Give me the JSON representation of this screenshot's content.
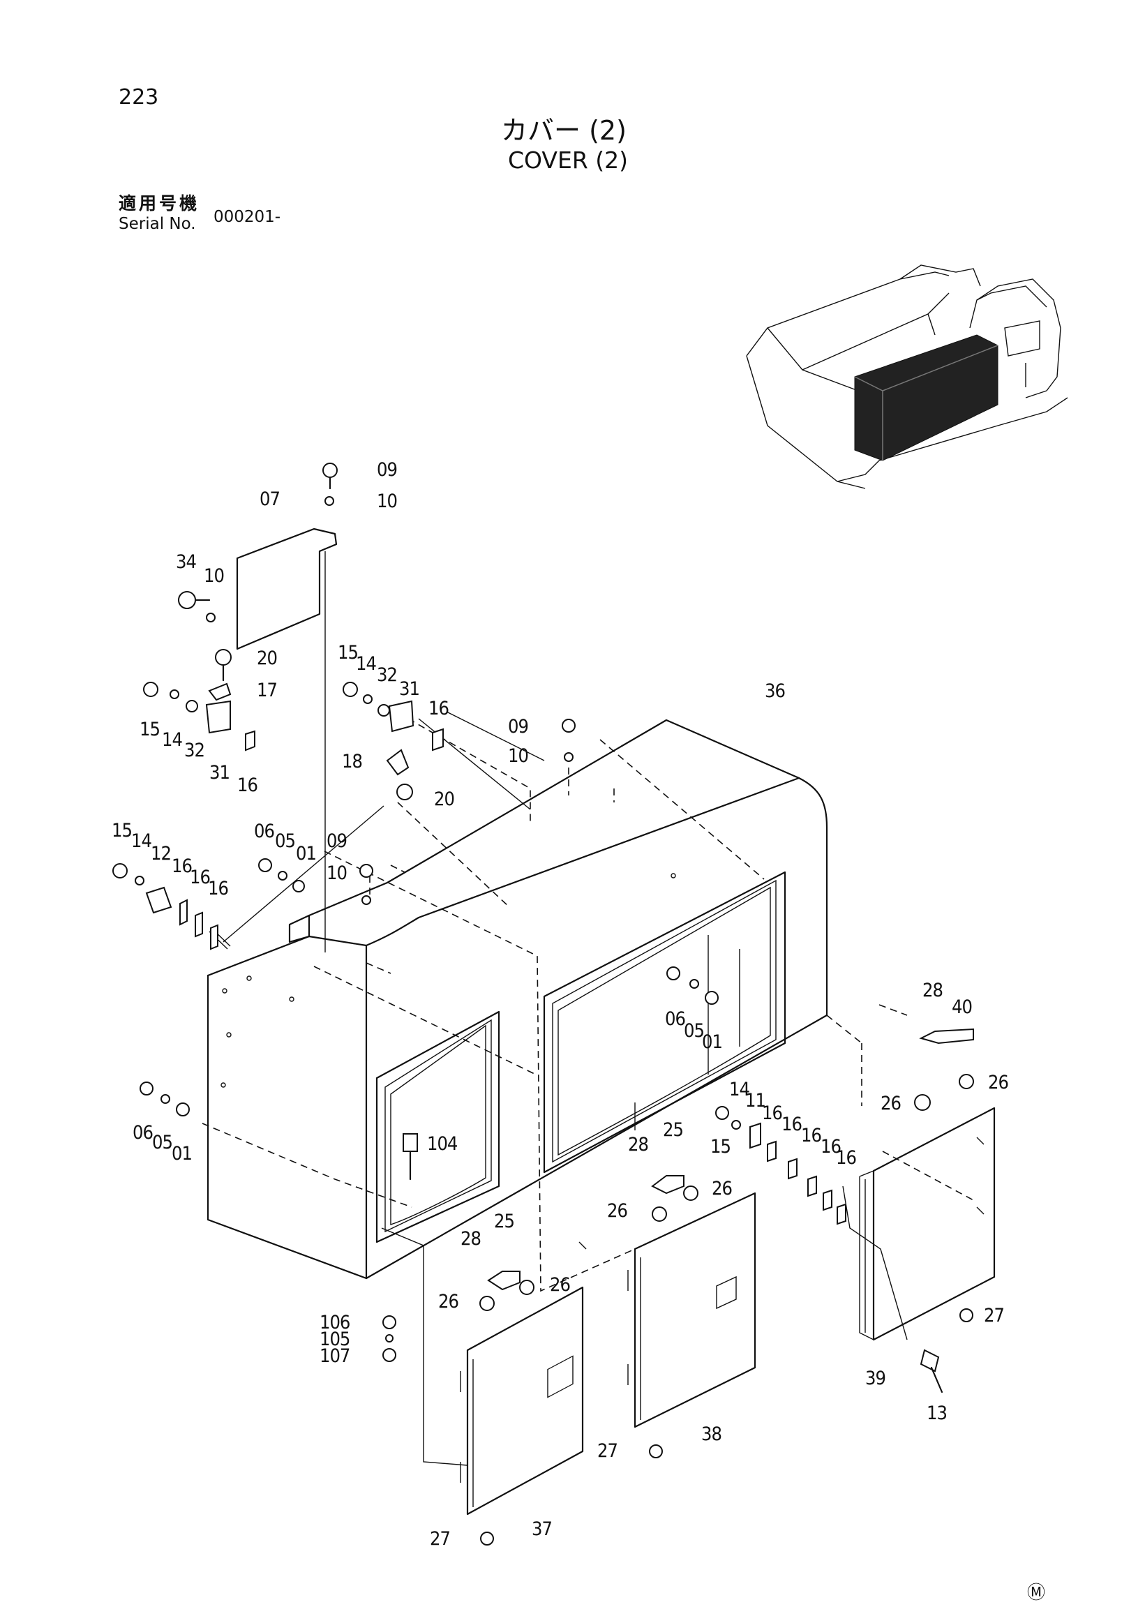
{
  "header": {
    "page_number": "223",
    "title_jp": "カバー (2)",
    "title_en": "COVER (2)",
    "serial_label_jp": "適用号機",
    "serial_label_en": "Serial No.",
    "serial_value": "000201-"
  },
  "footer": {
    "mark": "Ⓜ"
  },
  "parts": {
    "p09a": "09",
    "p10a": "10",
    "p07": "07",
    "p34": "34",
    "p10b": "10",
    "p20a": "20",
    "p17": "17",
    "p15a": "15",
    "p14a": "14",
    "p32a": "32",
    "p31a": "31",
    "p16a": "16",
    "p15b": "15",
    "p14b": "14",
    "p32b": "32",
    "p31b": "31",
    "p16b": "16",
    "p18": "18",
    "p20b": "20",
    "p09b": "09",
    "p10c": "10",
    "p36": "36",
    "p15c": "15",
    "p14c": "14",
    "p12": "12",
    "p16c": "16",
    "p16d": "16",
    "p16e": "16",
    "p06a": "06",
    "p05a": "05",
    "p01a": "01",
    "p09c": "09",
    "p10d": "10",
    "p06b": "06",
    "p05b": "05",
    "p01b": "01",
    "p06c": "06",
    "p05c": "05",
    "p01c": "01",
    "p104": "104",
    "p28a": "28",
    "p40": "40",
    "p26a": "26",
    "p26b": "26",
    "p14d": "14",
    "p11": "11",
    "p15d": "15",
    "p16f": "16",
    "p16g": "16",
    "p16h": "16",
    "p16i": "16",
    "p16j": "16",
    "p28b": "28",
    "p25a": "25",
    "p26c": "26",
    "p26d": "26",
    "p25b": "25",
    "p28c": "28",
    "p26e": "26",
    "p26f": "26",
    "p106": "106",
    "p105": "105",
    "p107": "107",
    "p27a": "27",
    "p39": "39",
    "p13": "13",
    "p38": "38",
    "p27b": "27",
    "p37": "37",
    "p27c": "27"
  }
}
